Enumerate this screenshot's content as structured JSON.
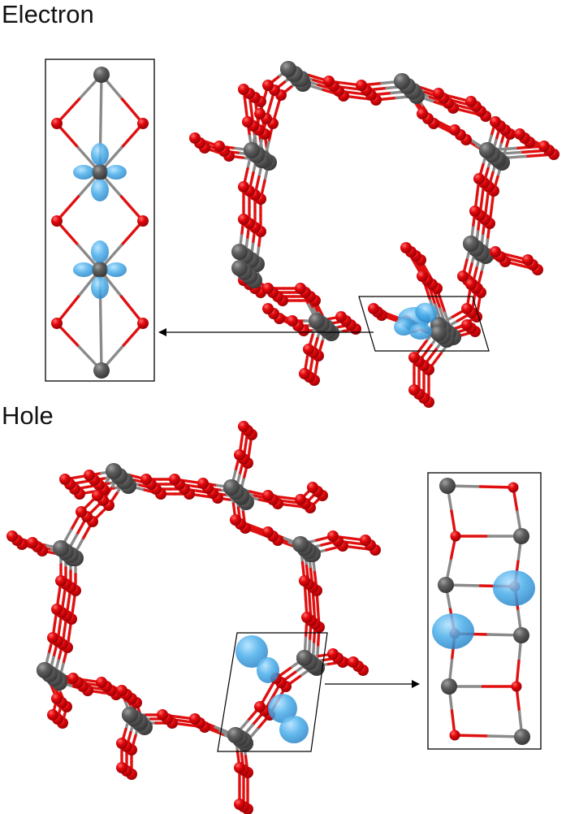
{
  "panels": [
    {
      "id": "electron",
      "label": "Electron"
    },
    {
      "id": "hole",
      "label": "Hole"
    }
  ],
  "colors": {
    "metal_atom": "#5f5f5f",
    "oxygen_atom": "#e3060b",
    "metal_bond": "#8a8a8a",
    "oxygen_bond": "#e01010",
    "orbital": "#4aaeea",
    "frame": "#000000"
  },
  "icons": {
    "metal_atom": "gray-sphere",
    "oxygen_atom": "red-sphere",
    "orbital_lobe": "blue-lobe",
    "pointer": "arrow-right"
  }
}
